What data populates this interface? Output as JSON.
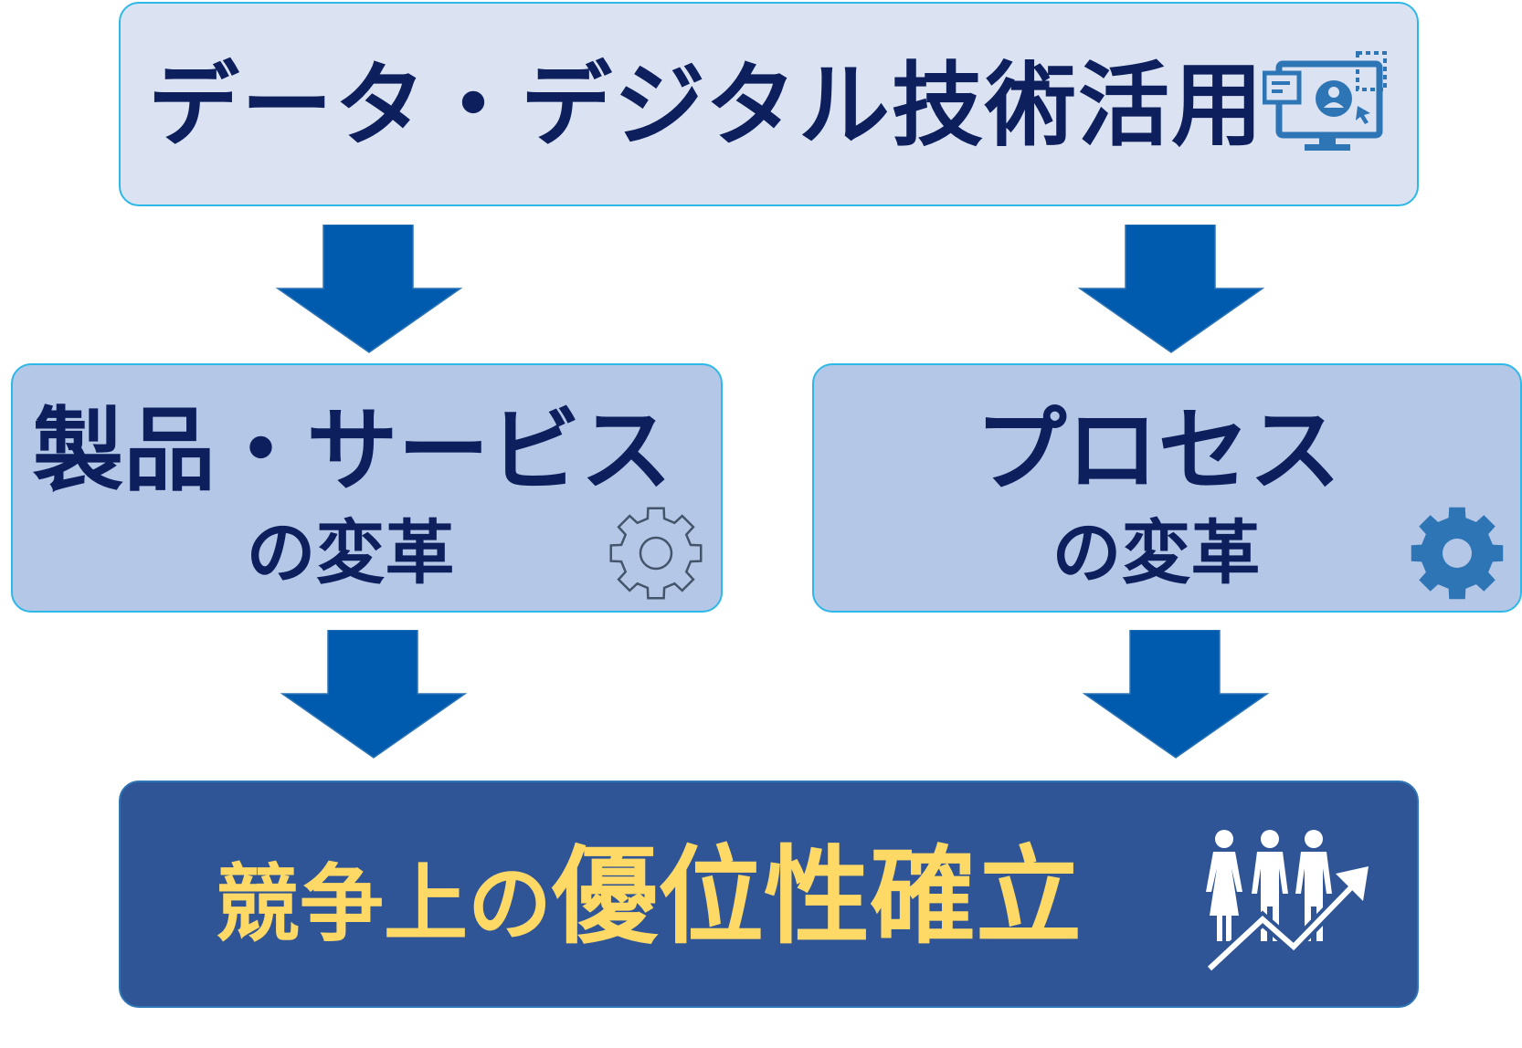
{
  "top": {
    "title": "データ・デジタル技術活用",
    "icon": "monitor-user-icon"
  },
  "left": {
    "line1": "製品・サービス",
    "line2": "の変革",
    "icon": "gear-outline-icon"
  },
  "right": {
    "line1": "プロセス",
    "line2": "の変革",
    "icon": "gear-filled-icon"
  },
  "bottom": {
    "title_part1": "競争上の",
    "title_part2": "優位性確立",
    "icon": "people-growth-icon"
  },
  "colors": {
    "top_box": "#dbe3f3",
    "mid_box": "#b4c7e7",
    "bottom_box": "#2f5597",
    "box_border": "#2eb8e8",
    "arrow": "#005aad",
    "title_text": "#0d1f5c",
    "bottom_text": "#ffd966",
    "icon_blue": "#2e75b6"
  }
}
